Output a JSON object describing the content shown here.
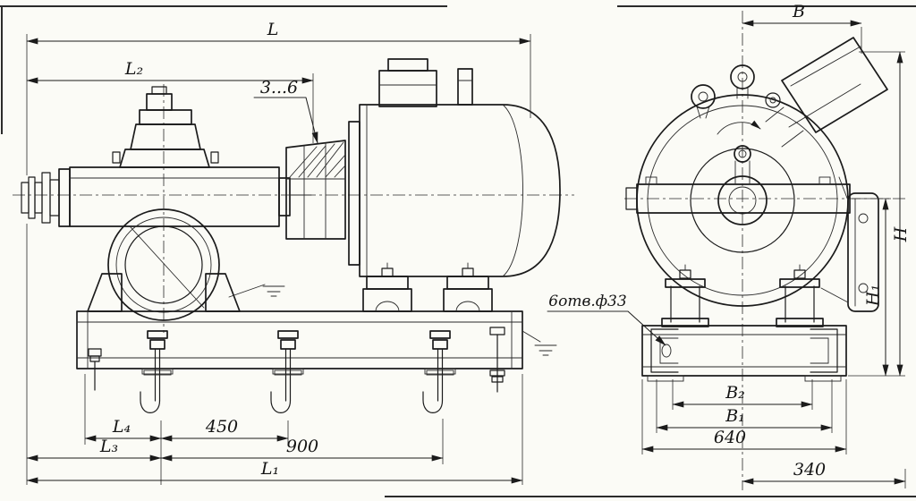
{
  "drawing": {
    "type": "pump-unit-dimensional-drawing",
    "colors": {
      "ink": "#1b1b1b",
      "paper": "#fbfbf6"
    },
    "views": {
      "side": {
        "dims": {
          "L": "L",
          "L2": "L₂",
          "gap": "3...6",
          "L4": "L₄",
          "d450": "450",
          "L3": "L₃",
          "d900": "900",
          "L1": "L₁"
        }
      },
      "end": {
        "dims": {
          "B": "В",
          "B2": "В₂",
          "B1": "В₁",
          "d640": "640",
          "d340": "340",
          "H": "Н",
          "H1": "Н₁"
        },
        "note_holes": "6отв.ф33"
      }
    }
  }
}
